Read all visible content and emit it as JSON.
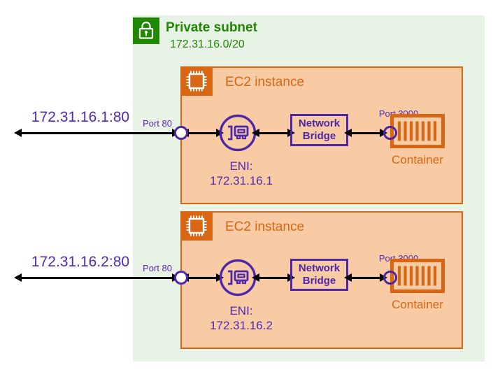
{
  "diagram": {
    "subnet": {
      "title": "Private subnet",
      "cidr": "172.31.16.0/20",
      "icon": "lock-icon"
    },
    "instances": [
      {
        "title": "EC2 instance",
        "endpoint": "172.31.16.1:80",
        "host_port_label": "Port 80",
        "eni_title": "ENI:",
        "eni_ip": "172.31.16.1",
        "bridge_label": "Network Bridge",
        "container_port_label": "Port 3000",
        "container_label": "Container"
      },
      {
        "title": "EC2 instance",
        "endpoint": "172.31.16.2:80",
        "host_port_label": "Port 80",
        "eni_title": "ENI:",
        "eni_ip": "172.31.16.2",
        "bridge_label": "Network Bridge",
        "container_port_label": "Port 3000",
        "container_label": "Container"
      }
    ],
    "colors": {
      "subnet_green": "#1E8900",
      "subnet_bg": "#E9F2E7",
      "ec2_orange": "#D86613",
      "ec2_fill": "#F8CBA4",
      "network_purple": "#4D27A8",
      "purple_text": "#5229B0",
      "arrow_black": "#000000"
    }
  }
}
